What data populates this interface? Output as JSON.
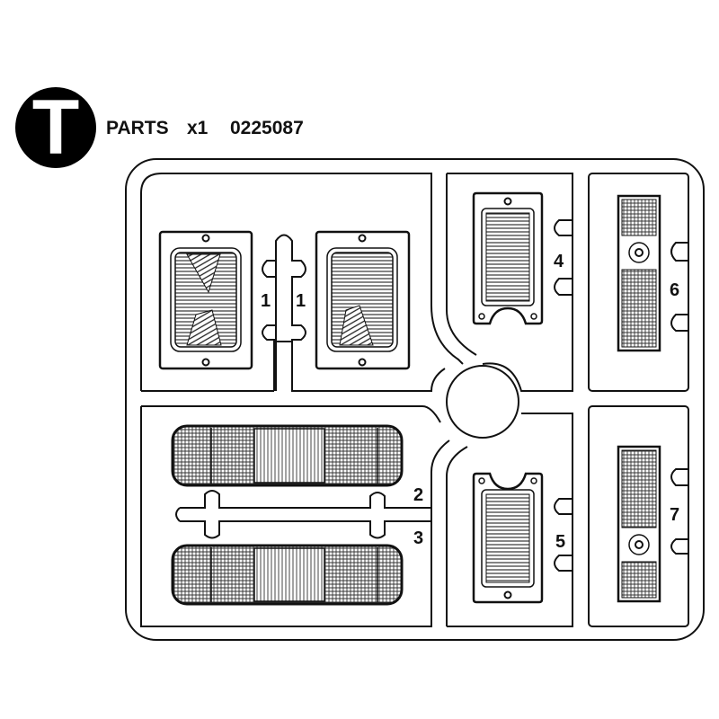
{
  "header": {
    "sprue_letter": "T",
    "parts_label": "PARTS",
    "quantity": "x1",
    "part_number": "0225087"
  },
  "part_labels": {
    "p1a": "1",
    "p1b": "1",
    "p2": "2",
    "p3": "3",
    "p4": "4",
    "p5": "5",
    "p6": "6",
    "p7": "7"
  }
}
